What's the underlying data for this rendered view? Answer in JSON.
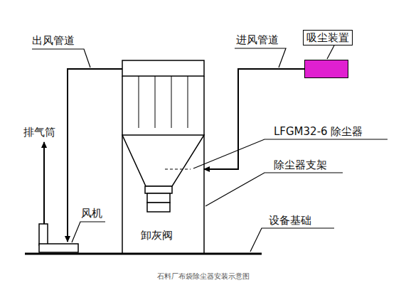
{
  "diagram": {
    "caption": "石料厂布袋除尘器安装示意图",
    "nodes": [
      {
        "text": [
          "吸尘装置"
        ]
      },
      {
        "text": [
          "卸灰阀"
        ]
      },
      {
        "text": [
          "风机"
        ]
      }
    ],
    "edges": [
      {
        "from": 0,
        "to": 1,
        "arrow": "to",
        "label": "进风管道"
      },
      {
        "from": 1,
        "to": 2,
        "arrow": "to",
        "label": "出风管道"
      }
    ],
    "labels": [
      "排气筒",
      "LFGM32-6 除尘器",
      "除尘器支架",
      "设备基础"
    ]
  }
}
